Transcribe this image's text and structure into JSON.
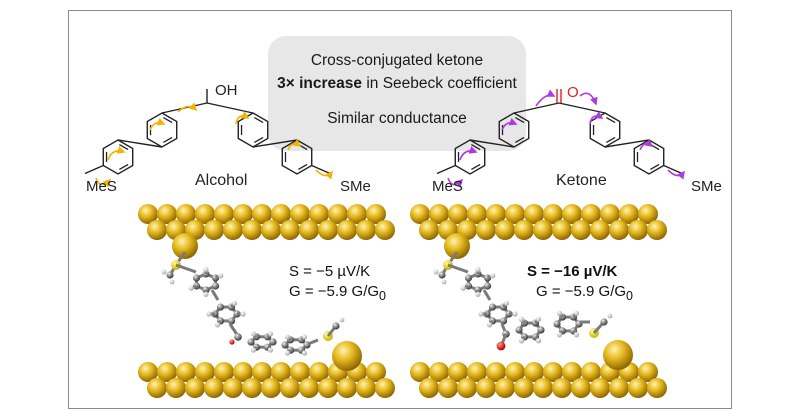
{
  "callout": {
    "line1": "Cross-conjugated ketone",
    "line2_bold": "3× increase",
    "line2_rest": " in Seebeck coefficient",
    "line3": "Similar conductance"
  },
  "alcohol": {
    "name": "Alcohol",
    "oh": "OH",
    "left_group": "MeS",
    "right_group": "SMe",
    "s_value": "S = −5 µV/K",
    "g_value": "G = −5.9 G/G",
    "g_sub": "0"
  },
  "ketone": {
    "name": "Ketone",
    "o": "O",
    "left_group": "MeS",
    "right_group": "SMe",
    "s_value": "S = −16 µV/K",
    "g_value": "G = −5.9 G/G",
    "g_sub": "0"
  },
  "colors": {
    "alcohol_arrow": "#f2b400",
    "ketone_arrow": "#b23adc",
    "oxygen": "#e0201b",
    "gold": "#e0b020",
    "callout_bg": "#e7e7e7"
  }
}
